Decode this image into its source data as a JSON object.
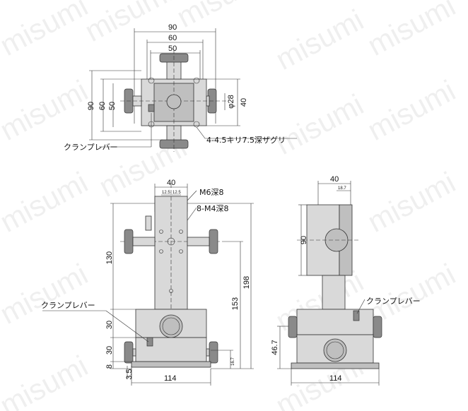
{
  "watermark": "misumi",
  "top_view": {
    "dims_horizontal": [
      "90",
      "60",
      "50"
    ],
    "dims_vertical": [
      "90",
      "60",
      "50"
    ],
    "dia": "φ28",
    "right_dim": "40",
    "lever_label": "クランプレバー",
    "hole_label": "4-4.5キリ7.5深ザグリ"
  },
  "front_view": {
    "top_dim": "40",
    "small_dim_a": "12.5",
    "small_dim_b": "12.5",
    "label_m6": "M6深8",
    "label_m4": "8-M4深8",
    "dim_130": "130",
    "dim_198": "198",
    "dim_153": "153",
    "dim_30a": "30",
    "dim_30b": "30",
    "dim_8": "8",
    "dim_3_5": "3.5",
    "dim_16_7": "16.7",
    "bottom_dim": "114",
    "lever_label": "クランプレバー"
  },
  "side_view": {
    "top_dim": "40",
    "small_dim": "18.7",
    "dim_90": "90",
    "dim_46_7": "46.7",
    "bottom_dim": "114",
    "lever_label": "クランプレバー"
  },
  "colors": {
    "line": "#222222",
    "body": "#d9d9d9",
    "body_dark": "#bfbfbf",
    "knob": "#8a8a8a"
  }
}
